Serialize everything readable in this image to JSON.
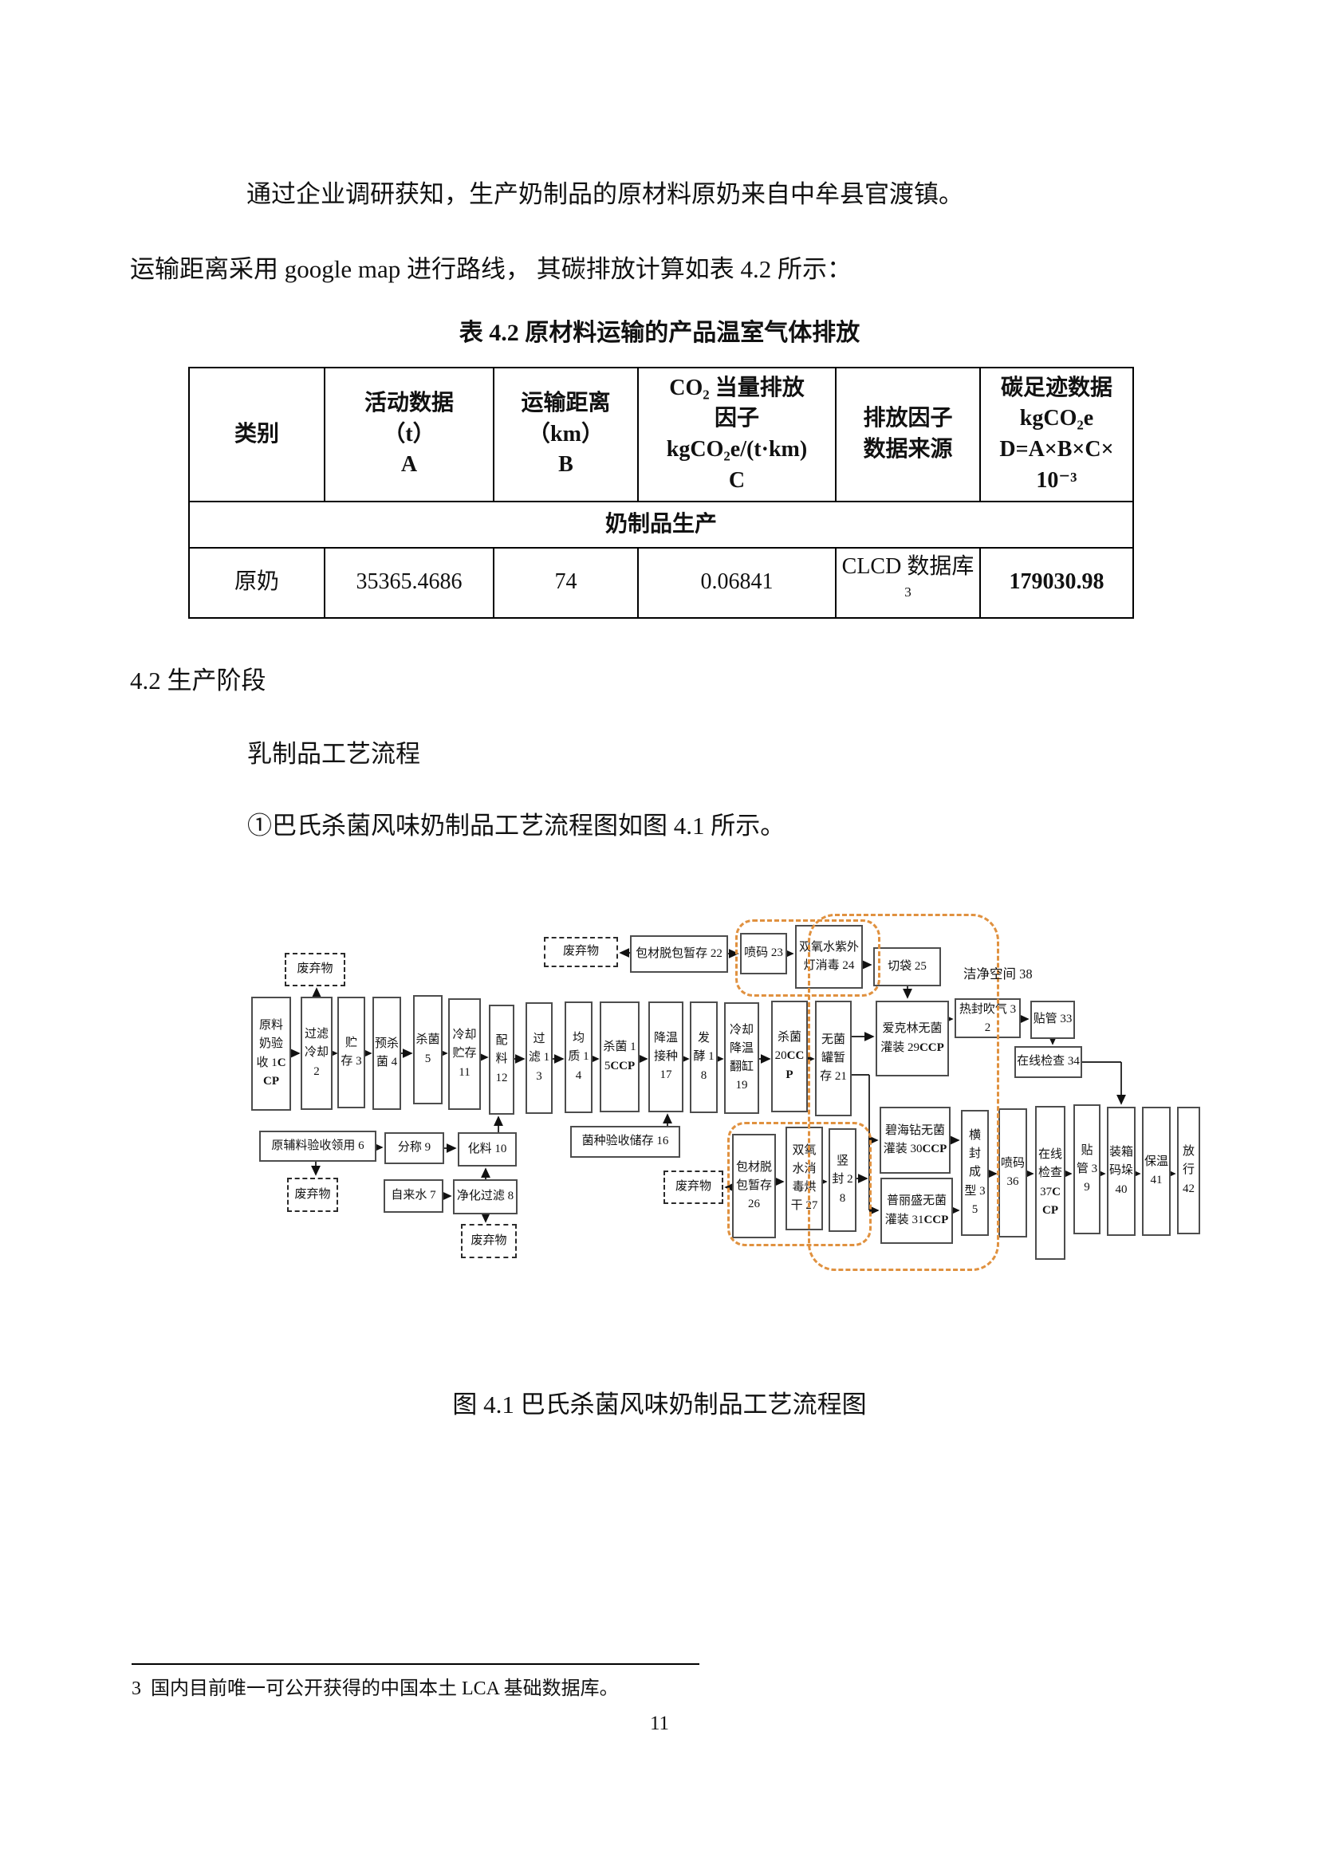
{
  "page": {
    "paragraph1": "通过企业调研获知，生产奶制品的原材料原奶来自中牟县官渡镇。",
    "paragraph2": "运输距离采用 google map 进行路线， 其碳排放计算如表 4.2 所示：",
    "table_title": "表 4.2  原材料运输的产品温室气体排放",
    "section_heading": "4.2 生产阶段",
    "sub_heading": "乳制品工艺流程",
    "figure_intro": "①巴氏杀菌风味奶制品工艺流程图如图 4.1 所示。",
    "figure_caption": "图 4.1   巴氏杀菌风味奶制品工艺流程图",
    "footnote_marker": "3",
    "footnote_text": "国内目前唯一可公开获得的中国本土 LCA 基础数据库。",
    "page_number": "11"
  },
  "table": {
    "headers": [
      [
        "类别"
      ],
      [
        "活动数据",
        "（t）",
        "A"
      ],
      [
        "运输距离",
        "（km）",
        "B"
      ],
      [
        "CO₂ 当量排放",
        "因子",
        "kgCO₂e/(t·km)",
        "C"
      ],
      [
        "排放因子",
        "数据来源"
      ],
      [
        "碳足迹数据",
        "kgCO₂e",
        "D=A×B×C×",
        "10⁻³"
      ]
    ],
    "group_row": "奶制品生产",
    "row": {
      "category": "原奶",
      "activity": "35365.4686",
      "distance": "74",
      "factor": "0.06841",
      "source": "CLCD 数据库",
      "source_sup": "3",
      "footprint": "179030.98"
    }
  },
  "flowchart": {
    "clean_space_label": "洁净空间 38",
    "nodes": {
      "b1": {
        "label": "原料奶验收 1",
        "ccp": "CCP"
      },
      "b2": {
        "label": "过滤冷却 2"
      },
      "b3": {
        "label": "贮存 3"
      },
      "b4": {
        "label": "预杀菌 4"
      },
      "b5": {
        "label": "杀菌 5"
      },
      "b6": {
        "label": "原辅料验收领用 6"
      },
      "b7": {
        "label": "自来水 7"
      },
      "b8": {
        "label": "净化过滤 8"
      },
      "b9": {
        "label": "分称 9"
      },
      "b10": {
        "label": "化料 10"
      },
      "b11": {
        "label": "冷却贮存 11"
      },
      "b12": {
        "label": "配料 12"
      },
      "b13": {
        "label": "过滤 13"
      },
      "b14": {
        "label": "均质 14"
      },
      "b15": {
        "label": "杀菌 15",
        "ccp": "CCP"
      },
      "b16": {
        "label": "菌种验收储存 16"
      },
      "b17": {
        "label": "降温接种 17"
      },
      "b18": {
        "label": "发酵 18"
      },
      "b19": {
        "label": "冷却降温翻缸 19"
      },
      "b20": {
        "label": "杀菌 20",
        "ccp": "CCP"
      },
      "b21": {
        "label": "无菌罐暂存 21"
      },
      "b22": {
        "label": "包材脱包暂存 22"
      },
      "b23": {
        "label": "喷码 23"
      },
      "b24": {
        "label": "双氧水紫外灯消毒 24"
      },
      "b25": {
        "label": "切袋 25"
      },
      "b26": {
        "label": "包材脱包暂存 26"
      },
      "b27": {
        "label": "双氧水消毒烘干 27"
      },
      "b28": {
        "label": "竖封 28"
      },
      "b29": {
        "label": "爱克林无菌灌装 29",
        "ccp": "CCP"
      },
      "b30": {
        "label": "碧海钻无菌灌装 30",
        "ccp": "CCP"
      },
      "b31": {
        "label": "普丽盛无菌灌装 31",
        "ccp": "CCP"
      },
      "b32": {
        "label": "热封吹气 32"
      },
      "b33": {
        "label": "贴管 33"
      },
      "b34": {
        "label": "在线检查 34"
      },
      "b35": {
        "label": "横封成型 35"
      },
      "b36": {
        "label": "喷码 36"
      },
      "b37": {
        "label": "在线检查 37",
        "ccp": "CCP"
      },
      "b39": {
        "label": "贴管 39"
      },
      "b40": {
        "label": "装箱码垛 40"
      },
      "b41": {
        "label": "保温 41"
      },
      "b42": {
        "label": "放行 42"
      },
      "w1": {
        "label": "废弃物"
      },
      "w2": {
        "label": "废弃物"
      },
      "w3": {
        "label": "废弃物"
      },
      "w4": {
        "label": "废弃物"
      },
      "w5": {
        "label": "废弃物"
      }
    }
  }
}
